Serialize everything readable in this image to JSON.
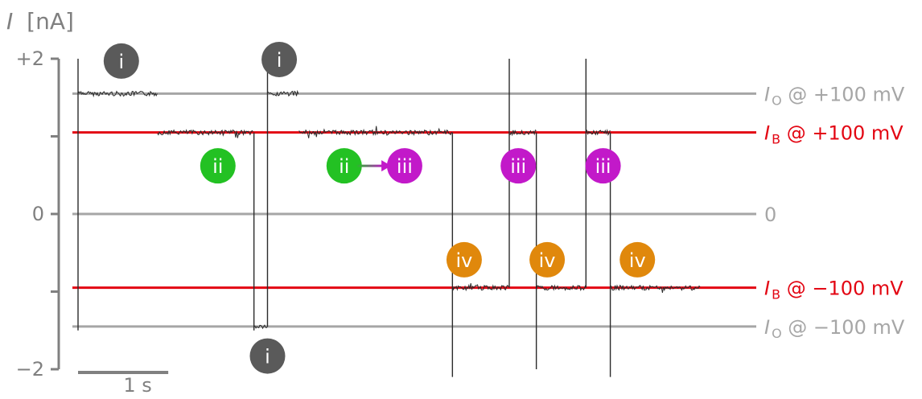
{
  "chart_data": {
    "type": "line",
    "title": "",
    "ylabel": "I [nA]",
    "ylabel_italic": "I",
    "ylabel_unit": "[nA]",
    "xlabel": "",
    "ylim": [
      -2,
      2
    ],
    "xlim": [
      0,
      7.5
    ],
    "yticks": [
      {
        "value": 2,
        "label": "+2"
      },
      {
        "value": 1,
        "label": ""
      },
      {
        "value": 0,
        "label": "0"
      },
      {
        "value": -1,
        "label": ""
      },
      {
        "value": -2,
        "label": "−2"
      }
    ],
    "scale_bar": {
      "label": "1 s",
      "duration": 1
    },
    "reference_lines": [
      {
        "symbol": "I",
        "sub": "O",
        "rest": " @ +100 mV",
        "value": 1.55,
        "color": "#a6a6a6"
      },
      {
        "symbol": "I",
        "sub": "B",
        "rest": " @ +100 mV",
        "value": 1.05,
        "color": "#e30613"
      },
      {
        "symbol": "",
        "sub": "",
        "rest": "0",
        "value": 0,
        "color": "#a6a6a6"
      },
      {
        "symbol": "I",
        "sub": "B",
        "rest": " @ −100 mV",
        "value": -0.95,
        "color": "#e30613"
      },
      {
        "symbol": "I",
        "sub": "O",
        "rest": " @ −100 mV",
        "value": -1.45,
        "color": "#a6a6a6"
      }
    ],
    "trace_segments": [
      {
        "t0": 0.0,
        "t1": 0.88,
        "level": 1.55
      },
      {
        "t0": 0.88,
        "t1": 1.95,
        "level": 1.05
      },
      {
        "t0": 1.95,
        "t1": 2.1,
        "level": -1.45
      },
      {
        "t0": 2.1,
        "t1": 2.45,
        "level": 1.55
      },
      {
        "t0": 2.45,
        "t1": 4.15,
        "level": 1.05
      },
      {
        "t0": 4.15,
        "t1": 4.78,
        "level": -0.95
      },
      {
        "t0": 4.78,
        "t1": 5.08,
        "level": 1.05
      },
      {
        "t0": 5.08,
        "t1": 5.63,
        "level": -0.95
      },
      {
        "t0": 5.63,
        "t1": 5.9,
        "level": 1.05
      },
      {
        "t0": 5.9,
        "t1": 6.9,
        "level": -0.95
      }
    ],
    "transition_spikes": [
      {
        "t": 0.0,
        "min": -1.5,
        "max": 2.0
      },
      {
        "t": 1.95,
        "min": -1.5,
        "max": 1.05
      },
      {
        "t": 2.1,
        "min": -1.45,
        "max": 2.0
      },
      {
        "t": 4.15,
        "min": -2.1,
        "max": 1.05
      },
      {
        "t": 4.78,
        "min": -0.95,
        "max": 2.0
      },
      {
        "t": 5.08,
        "min": -2.0,
        "max": 1.05
      },
      {
        "t": 5.63,
        "min": -0.95,
        "max": 2.0
      },
      {
        "t": 5.9,
        "min": -2.1,
        "max": 1.05
      }
    ],
    "state_badges": [
      {
        "label": "i",
        "t": 0.48,
        "y": 1.97,
        "color": "#5a5a5a"
      },
      {
        "label": "i",
        "t": 2.23,
        "y": 1.99,
        "color": "#5a5a5a"
      },
      {
        "label": "i",
        "t": 2.1,
        "y": -1.83,
        "color": "#5a5a5a"
      },
      {
        "label": "ii",
        "t": 1.55,
        "y": 0.62,
        "color": "#23c123"
      },
      {
        "label": "ii",
        "t": 2.95,
        "y": 0.62,
        "color": "#23c123"
      },
      {
        "label": "iii",
        "t": 3.62,
        "y": 0.62,
        "color": "#c219c9"
      },
      {
        "label": "iii",
        "t": 4.88,
        "y": 0.62,
        "color": "#c219c9"
      },
      {
        "label": "iii",
        "t": 5.82,
        "y": 0.62,
        "color": "#c219c9"
      },
      {
        "label": "iv",
        "t": 4.28,
        "y": -0.59,
        "color": "#e0880c"
      },
      {
        "label": "iv",
        "t": 5.2,
        "y": -0.59,
        "color": "#e0880c"
      },
      {
        "label": "iv",
        "t": 6.2,
        "y": -0.59,
        "color": "#e0880c"
      }
    ],
    "arrow": {
      "from_t": 3.08,
      "to_t": 3.47,
      "y": 0.62,
      "color_start": "#23c123",
      "color_end": "#c219c9"
    }
  }
}
